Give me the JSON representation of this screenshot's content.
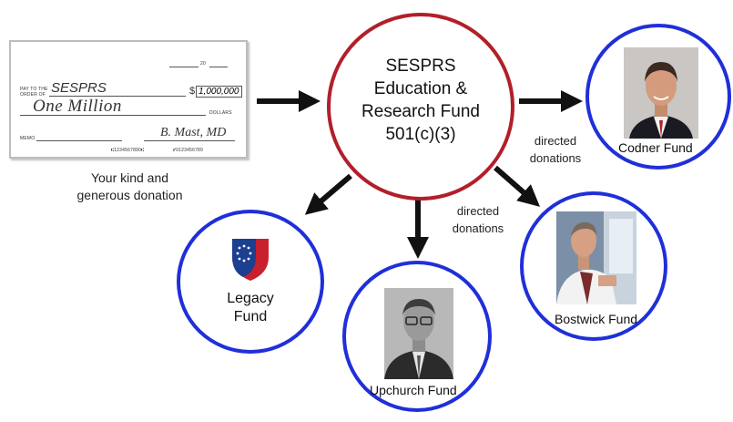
{
  "check": {
    "date_line": "20",
    "pay_to_label_1": "PAY TO THE",
    "pay_to_label_2": "ORDER OF",
    "payee": "SESPRS",
    "dollar_sign": "$",
    "amount_numeric": "1,000,000",
    "amount_words": "One Million",
    "dollars_label": "DOLLARS",
    "memo_label": "MEMO",
    "signature": "B. Mast, MD",
    "micr_1": "⑆1234567890⑆",
    "micr_2": "⑈0123456789"
  },
  "donation_caption": {
    "line1": "Your kind and",
    "line2": "generous donation"
  },
  "center_fund": {
    "line1": "SESPRS",
    "line2": "Education &",
    "line3": "Research Fund",
    "line4": "501(c)(3)"
  },
  "directed_1": {
    "line1": "directed",
    "line2": "donations"
  },
  "directed_2": {
    "line1": "directed",
    "line2": "donations"
  },
  "funds": {
    "codner": "Codner Fund",
    "bostwick": "Bostwick Fund",
    "upchurch": "Upchurch Fund",
    "legacy_line1": "Legacy",
    "legacy_line2": "Fund"
  },
  "colors": {
    "center_border": "#b11f2b",
    "fund_border": "#1f2fd9",
    "arrow": "#111111",
    "shield_blue": "#1d3f8f",
    "shield_red": "#c8202e"
  }
}
